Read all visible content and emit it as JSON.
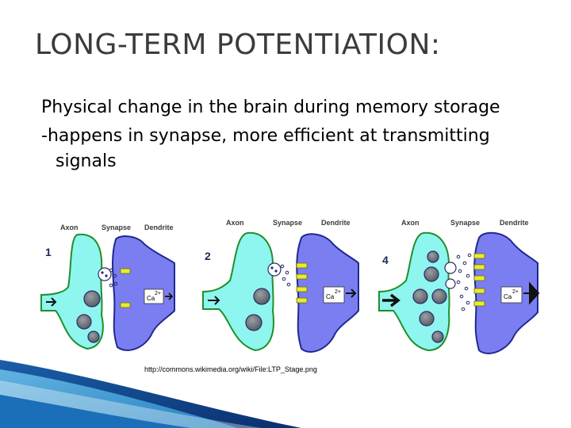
{
  "slide": {
    "title": "LONG-TERM POTENTIATION:",
    "bullets": [
      "Physical change in the brain during memory storage",
      "-happens in synapse, more efficient at transmitting signals"
    ],
    "source_caption": "http://commons.wikimedia.org/wiki/File:LTP_Stage.png"
  },
  "diagram": {
    "stages": [
      {
        "number": "1",
        "axon_label": "Axon",
        "synapse_label": "Synapse",
        "dendrite_label": "Dendrite",
        "ion_label": "Ca",
        "ion_charge": "2+"
      },
      {
        "number": "2",
        "axon_label": "Axon",
        "synapse_label": "Synapse",
        "dendrite_label": "Dendrite",
        "ion_label": "Ca",
        "ion_charge": "2+"
      },
      {
        "number": "4",
        "axon_label": "Axon",
        "synapse_label": "Synapse",
        "dendrite_label": "Dendrite",
        "ion_label": "Ca",
        "ion_charge": "2+"
      }
    ],
    "colors": {
      "axon_fill": "#8ef5ef",
      "dendrite_fill": "#7b7ef0",
      "outline": "#1f8f2a",
      "receptor": "#e8ec2c",
      "vesicle_fill": "#6a6f76",
      "label_color": "#3a3a3a"
    }
  }
}
